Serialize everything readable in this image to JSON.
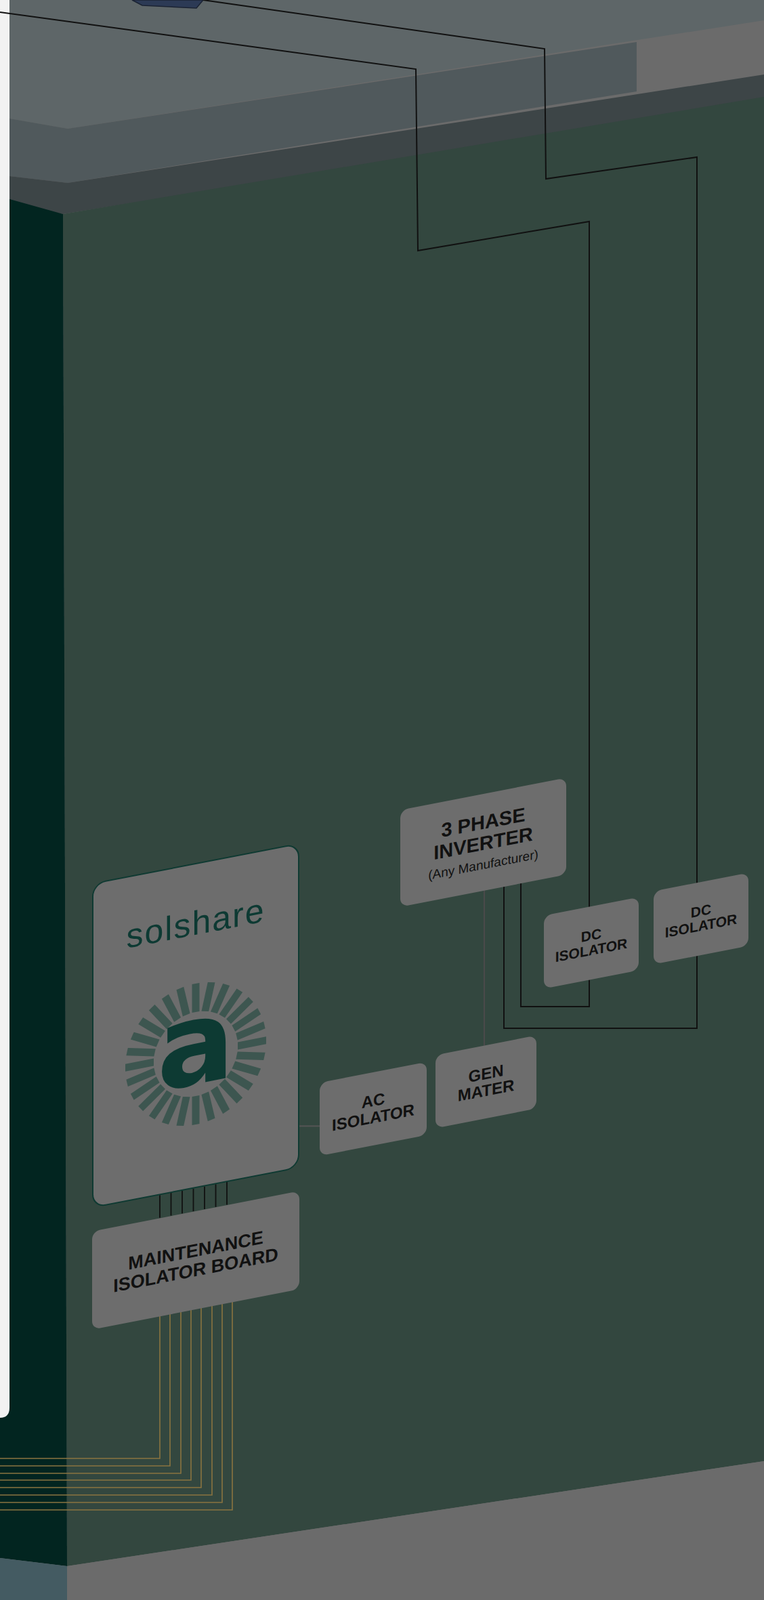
{
  "diagram": {
    "nodes": [
      {
        "text": [
          "3 PHASE INVERTER",
          "(Any Manufacturer)"
        ]
      },
      {
        "text": [
          "solshare",
          "a"
        ]
      },
      {
        "text": [
          "DC ISOLATOR"
        ]
      },
      {
        "text": [
          "DC ISOLATOR"
        ]
      },
      {
        "text": [
          "AC ISOLATOR"
        ]
      },
      {
        "text": [
          "GEN MATER"
        ]
      },
      {
        "text": [
          "MAINTENANCE ISOLATOR BOARD"
        ]
      }
    ],
    "edges": [
      {
        "from": 0,
        "to": 5,
        "arrow": "none"
      },
      {
        "from": 2,
        "to": 0,
        "arrow": "none"
      },
      {
        "from": 3,
        "to": 0,
        "arrow": "none"
      },
      {
        "from": 1,
        "to": 4,
        "arrow": "none"
      },
      {
        "from": 1,
        "to": 6,
        "arrow": "none"
      }
    ]
  }
}
